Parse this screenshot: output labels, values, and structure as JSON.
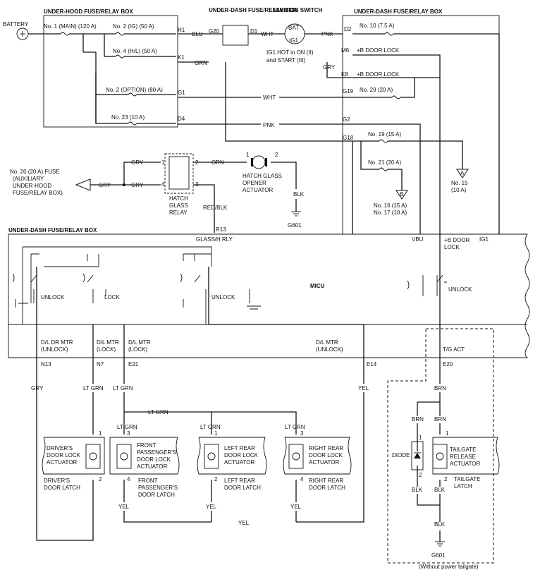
{
  "fuse_box_top": {
    "title": "UNDER-HOOD FUSE/RELAY BOX",
    "battery": "BATTERY",
    "fuses": [
      "No. 1 (MAIN) (120 A)",
      "No. 2 (IG) (50 A)",
      "No. 4 (H/L) (50 A)",
      "No. 2 (OPTION) (80 A)",
      "No. 23 (10 A)"
    ],
    "terminals": [
      "H1",
      "K1",
      "G1",
      "D4"
    ]
  },
  "dash_box": {
    "title": "UNDER-DASH FUSE/RELAY BOX",
    "terminals": [
      "G20",
      "D1"
    ]
  },
  "ignition": {
    "title": "IGNITION SWITCH",
    "bat": "BAT",
    "ig1": "IG1",
    "note_line1": "IG1 HOT in ON (II)",
    "note_line2": "and START (III)"
  },
  "dash_box_right": {
    "title": "UNDER-DASH FUSE/RELAY BOX",
    "terminals": [
      "D2",
      "M6",
      "K8",
      "G19",
      "G2",
      "G18"
    ],
    "fuses": [
      "No. 10 (7.5 A)",
      "No. 29 (20 A)",
      "No. 19 (15 A)",
      "No. 21 (20 A)"
    ],
    "bdoor": "+B DOOR LOCK",
    "ref_a": "A",
    "ref_b": "B",
    "no15_line1": "No. 15",
    "no15_line2": "(10 A)",
    "no16": "No. 16 (15 A)",
    "no17": "No. 17 (10 A)"
  },
  "wires": {
    "blu": "BLU",
    "wht": "WHT",
    "pnk": "PNK",
    "grn": "GRN",
    "gry": "GRY",
    "orn": "ORN",
    "blk": "BLK",
    "red_blk": "RED/BLK",
    "lt_grn": "LT GRN",
    "yel": "YEL",
    "brn": "BRN"
  },
  "aux": {
    "line1": "No. 20 (20 A) FUSE",
    "line2": "(AUXILIARY",
    "line3": "UNDER-HOOD",
    "line4": "FUSE/RELAY BOX)"
  },
  "hatch_relay": {
    "line1": "HATCH",
    "line2": "GLASS",
    "line3": "RELAY",
    "pins": [
      "1",
      "2",
      "3",
      "4"
    ]
  },
  "hatch_actuator": {
    "line1": "HATCH GLASS",
    "line2": "OPENER",
    "line3": "ACTUATOR",
    "pins": [
      "1",
      "2"
    ]
  },
  "grounds": {
    "g601": "G601"
  },
  "micu": {
    "box_title": "UNDER-DASH FUSE/RELAY BOX",
    "title": "MICU",
    "r13": "R13",
    "glass_rly": "GLASS/H RLY",
    "vbu": "VBU",
    "bdoor_line1": "+B DOOR",
    "bdoor_line2": "LOCK",
    "ig1": "IG1",
    "unlock": "UNLOCK",
    "lock": "LOCK",
    "tg_act": "T/G ACT",
    "outputs": [
      {
        "line1": "D/L DR MTR",
        "line2": "(UNLOCK)",
        "pin": "N13"
      },
      {
        "line1": "D/L MTR",
        "line2": "(LOCK)",
        "pin": "N7"
      },
      {
        "line1": "D/L MTR",
        "line2": "(LOCK)",
        "pin": "E21"
      },
      {
        "line1": "D/L MTR",
        "line2": "(UNLOCK)",
        "pin": "E14"
      },
      {
        "line1": "",
        "line2": "",
        "pin": "E20"
      }
    ]
  },
  "actuators": [
    {
      "line1": "DRIVER'S",
      "line2": "DOOR LOCK",
      "line3": "ACTUATOR",
      "latch1": "DRIVER'S",
      "latch2": "DOOR LATCH",
      "latch3": "",
      "pin_top": "1",
      "pin_bot": "2"
    },
    {
      "line1": "FRONT",
      "line2": "PASSENGER'S",
      "line3": "DOOR LOCK",
      "line4": "ACTUATOR",
      "latch1": "FRONT",
      "latch2": "PASSENGER'S",
      "latch3": "DOOR LATCH",
      "pin_top": "3",
      "pin_bot": "4"
    },
    {
      "line1": "LEFT REAR",
      "line2": "DOOR LOCK",
      "line3": "ACTUATOR",
      "latch1": "LEFT REAR",
      "latch2": "DOOR LATCH",
      "latch3": "",
      "pin_top": "1",
      "pin_bot": "2"
    },
    {
      "line1": "RIGHT REAR",
      "line2": "DOOR LOCK",
      "line3": "ACTUATOR",
      "latch1": "RIGHT REAR",
      "latch2": "DOOR LATCH",
      "latch3": "",
      "pin_top": "3",
      "pin_bot": "4"
    }
  ],
  "tailgate": {
    "line1": "TAILGATE",
    "line2": "RELEASE",
    "line3": "ACTUATOR",
    "latch1": "TAILGATE",
    "latch2": "LATCH",
    "diode": "DIODE",
    "pins": [
      "1",
      "2",
      "1",
      "2"
    ],
    "note": "(Without power tailgate)"
  }
}
